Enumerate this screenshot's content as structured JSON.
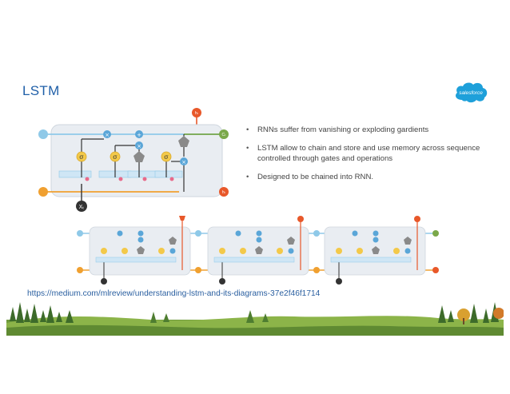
{
  "slide": {
    "title": "LSTM",
    "brand": "salesforce"
  },
  "bullets": [
    "RNNs suffer from vanishing or exploding gardients",
    "LSTM allow to chain and store and use memory across sequence controlled through gates and operations",
    "Designed to be chained into RNN."
  ],
  "diagram": {
    "input_label": "Xₜ",
    "hidden_label": "hₜ",
    "cell_label": "Cₜ",
    "hidden_out_label": "hₜ",
    "gate_symbol": "σ",
    "multiply_symbol": "×",
    "add_symbol": "+",
    "colors": {
      "cell_line": "#8fc9e8",
      "hidden_line": "#f0a030",
      "output_line": "#e8582a",
      "gate": "#f3c94a",
      "tanh": "#8a8a8a",
      "op": "#5aa6d8",
      "box": "#e9edf2",
      "cell_out": "#7aa84a"
    }
  },
  "source": {
    "url": "https://medium.com/mlreview/understanding-lstm-and-its-diagrams-37e2f46f1714"
  }
}
